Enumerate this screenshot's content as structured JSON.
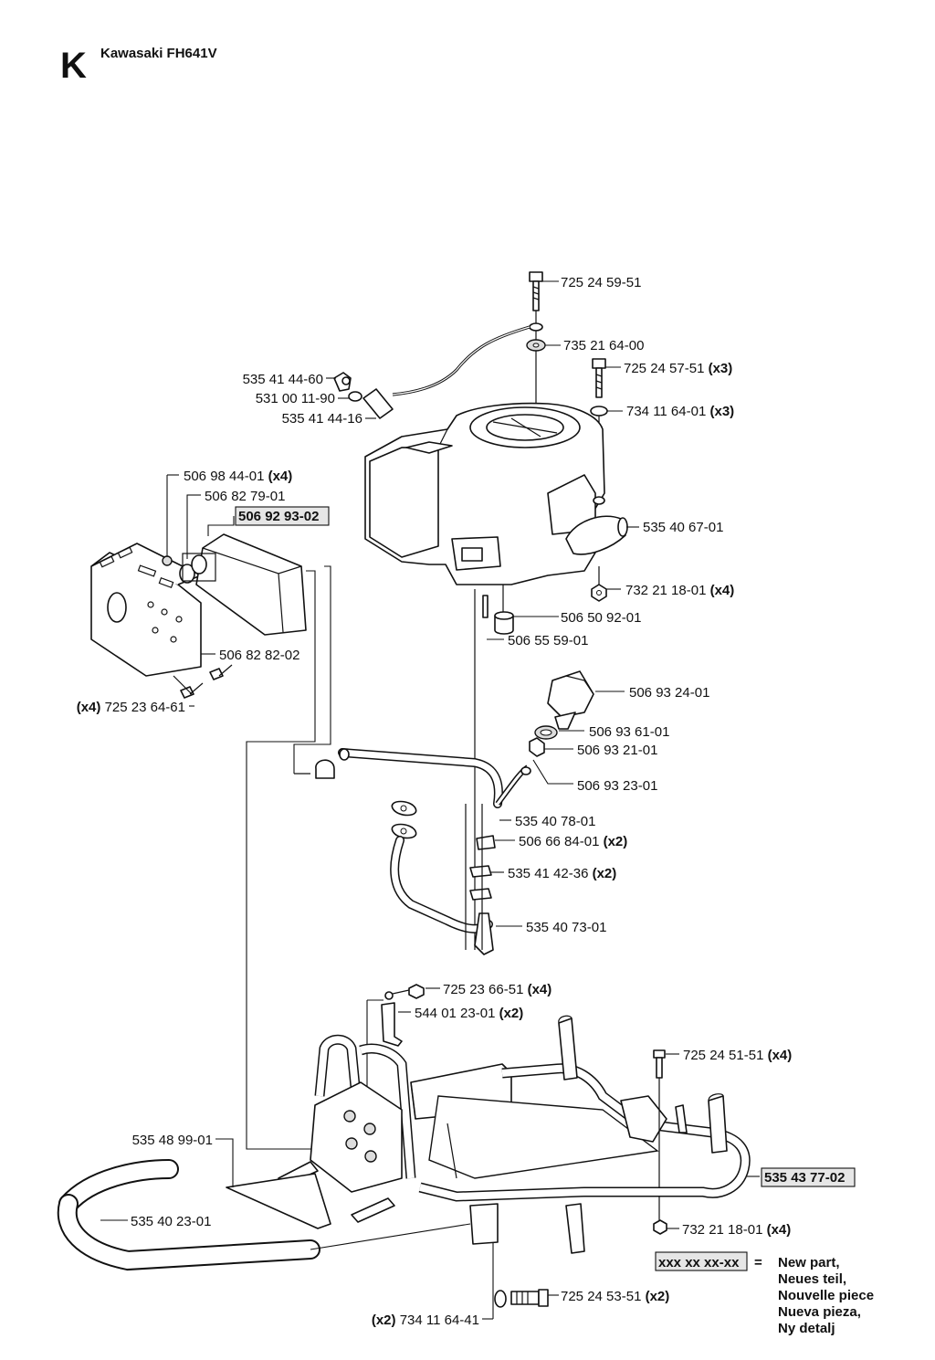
{
  "header": {
    "section_letter": "K",
    "model": "Kawasaki FH641V"
  },
  "parts": {
    "p01": {
      "number": "725 24 59-51",
      "qty": ""
    },
    "p02": {
      "number": "735 21 64-00",
      "qty": ""
    },
    "p03": {
      "number": "725 24 57-51",
      "qty": "(x3)"
    },
    "p04": {
      "number": "535 41 44-60",
      "qty": ""
    },
    "p05": {
      "number": "531 00 11-90",
      "qty": ""
    },
    "p06": {
      "number": "734 11 64-01",
      "qty": "(x3)"
    },
    "p07": {
      "number": "535 41 44-16",
      "qty": ""
    },
    "p08": {
      "number": "506 98 44-01",
      "qty": "(x4)"
    },
    "p09": {
      "number": "506 82 79-01",
      "qty": ""
    },
    "p10": {
      "number": "506 92 93-02",
      "qty": ""
    },
    "p11": {
      "number": "535 40 67-01",
      "qty": ""
    },
    "p12": {
      "number": "732 21 18-01",
      "qty": "(x4)"
    },
    "p13": {
      "number": "506 50 92-01",
      "qty": ""
    },
    "p14": {
      "number": "506 55 59-01",
      "qty": ""
    },
    "p15": {
      "number": "506 82 82-02",
      "qty": ""
    },
    "p16": {
      "number": "725 23 64-61",
      "qty": "(x4)"
    },
    "p17": {
      "number": "506 93 24-01",
      "qty": ""
    },
    "p18": {
      "number": "506 93 61-01",
      "qty": ""
    },
    "p19": {
      "number": "506 93 21-01",
      "qty": ""
    },
    "p20": {
      "number": "506 93 23-01",
      "qty": ""
    },
    "p21": {
      "number": "535 40 78-01",
      "qty": ""
    },
    "p22": {
      "number": "506 66 84-01",
      "qty": "(x2)"
    },
    "p23": {
      "number": "535 41 42-36",
      "qty": "(x2)"
    },
    "p24": {
      "number": "535 40 73-01",
      "qty": ""
    },
    "p25": {
      "number": "725 23 66-51",
      "qty": "(x4)"
    },
    "p26": {
      "number": "544 01 23-01",
      "qty": "(x2)"
    },
    "p27": {
      "number": "725 24 51-51",
      "qty": "(x4)"
    },
    "p28": {
      "number": "535 48 99-01",
      "qty": ""
    },
    "p29": {
      "number": "535 43 77-02",
      "qty": ""
    },
    "p30": {
      "number": "535 40 23-01",
      "qty": ""
    },
    "p31": {
      "number": "732 21 18-01",
      "qty": "(x4)"
    },
    "p32": {
      "number": "725 24 53-51",
      "qty": "(x2)"
    },
    "p33": {
      "number": "734 11 64-41",
      "qty": "(x2)"
    }
  },
  "legend": {
    "sample": "xxx xx xx-xx",
    "equals": "=",
    "lines": [
      "New part,",
      "Neues teil,",
      "Nouvelle piece",
      "Nueva pieza,",
      "Ny detalj"
    ]
  }
}
